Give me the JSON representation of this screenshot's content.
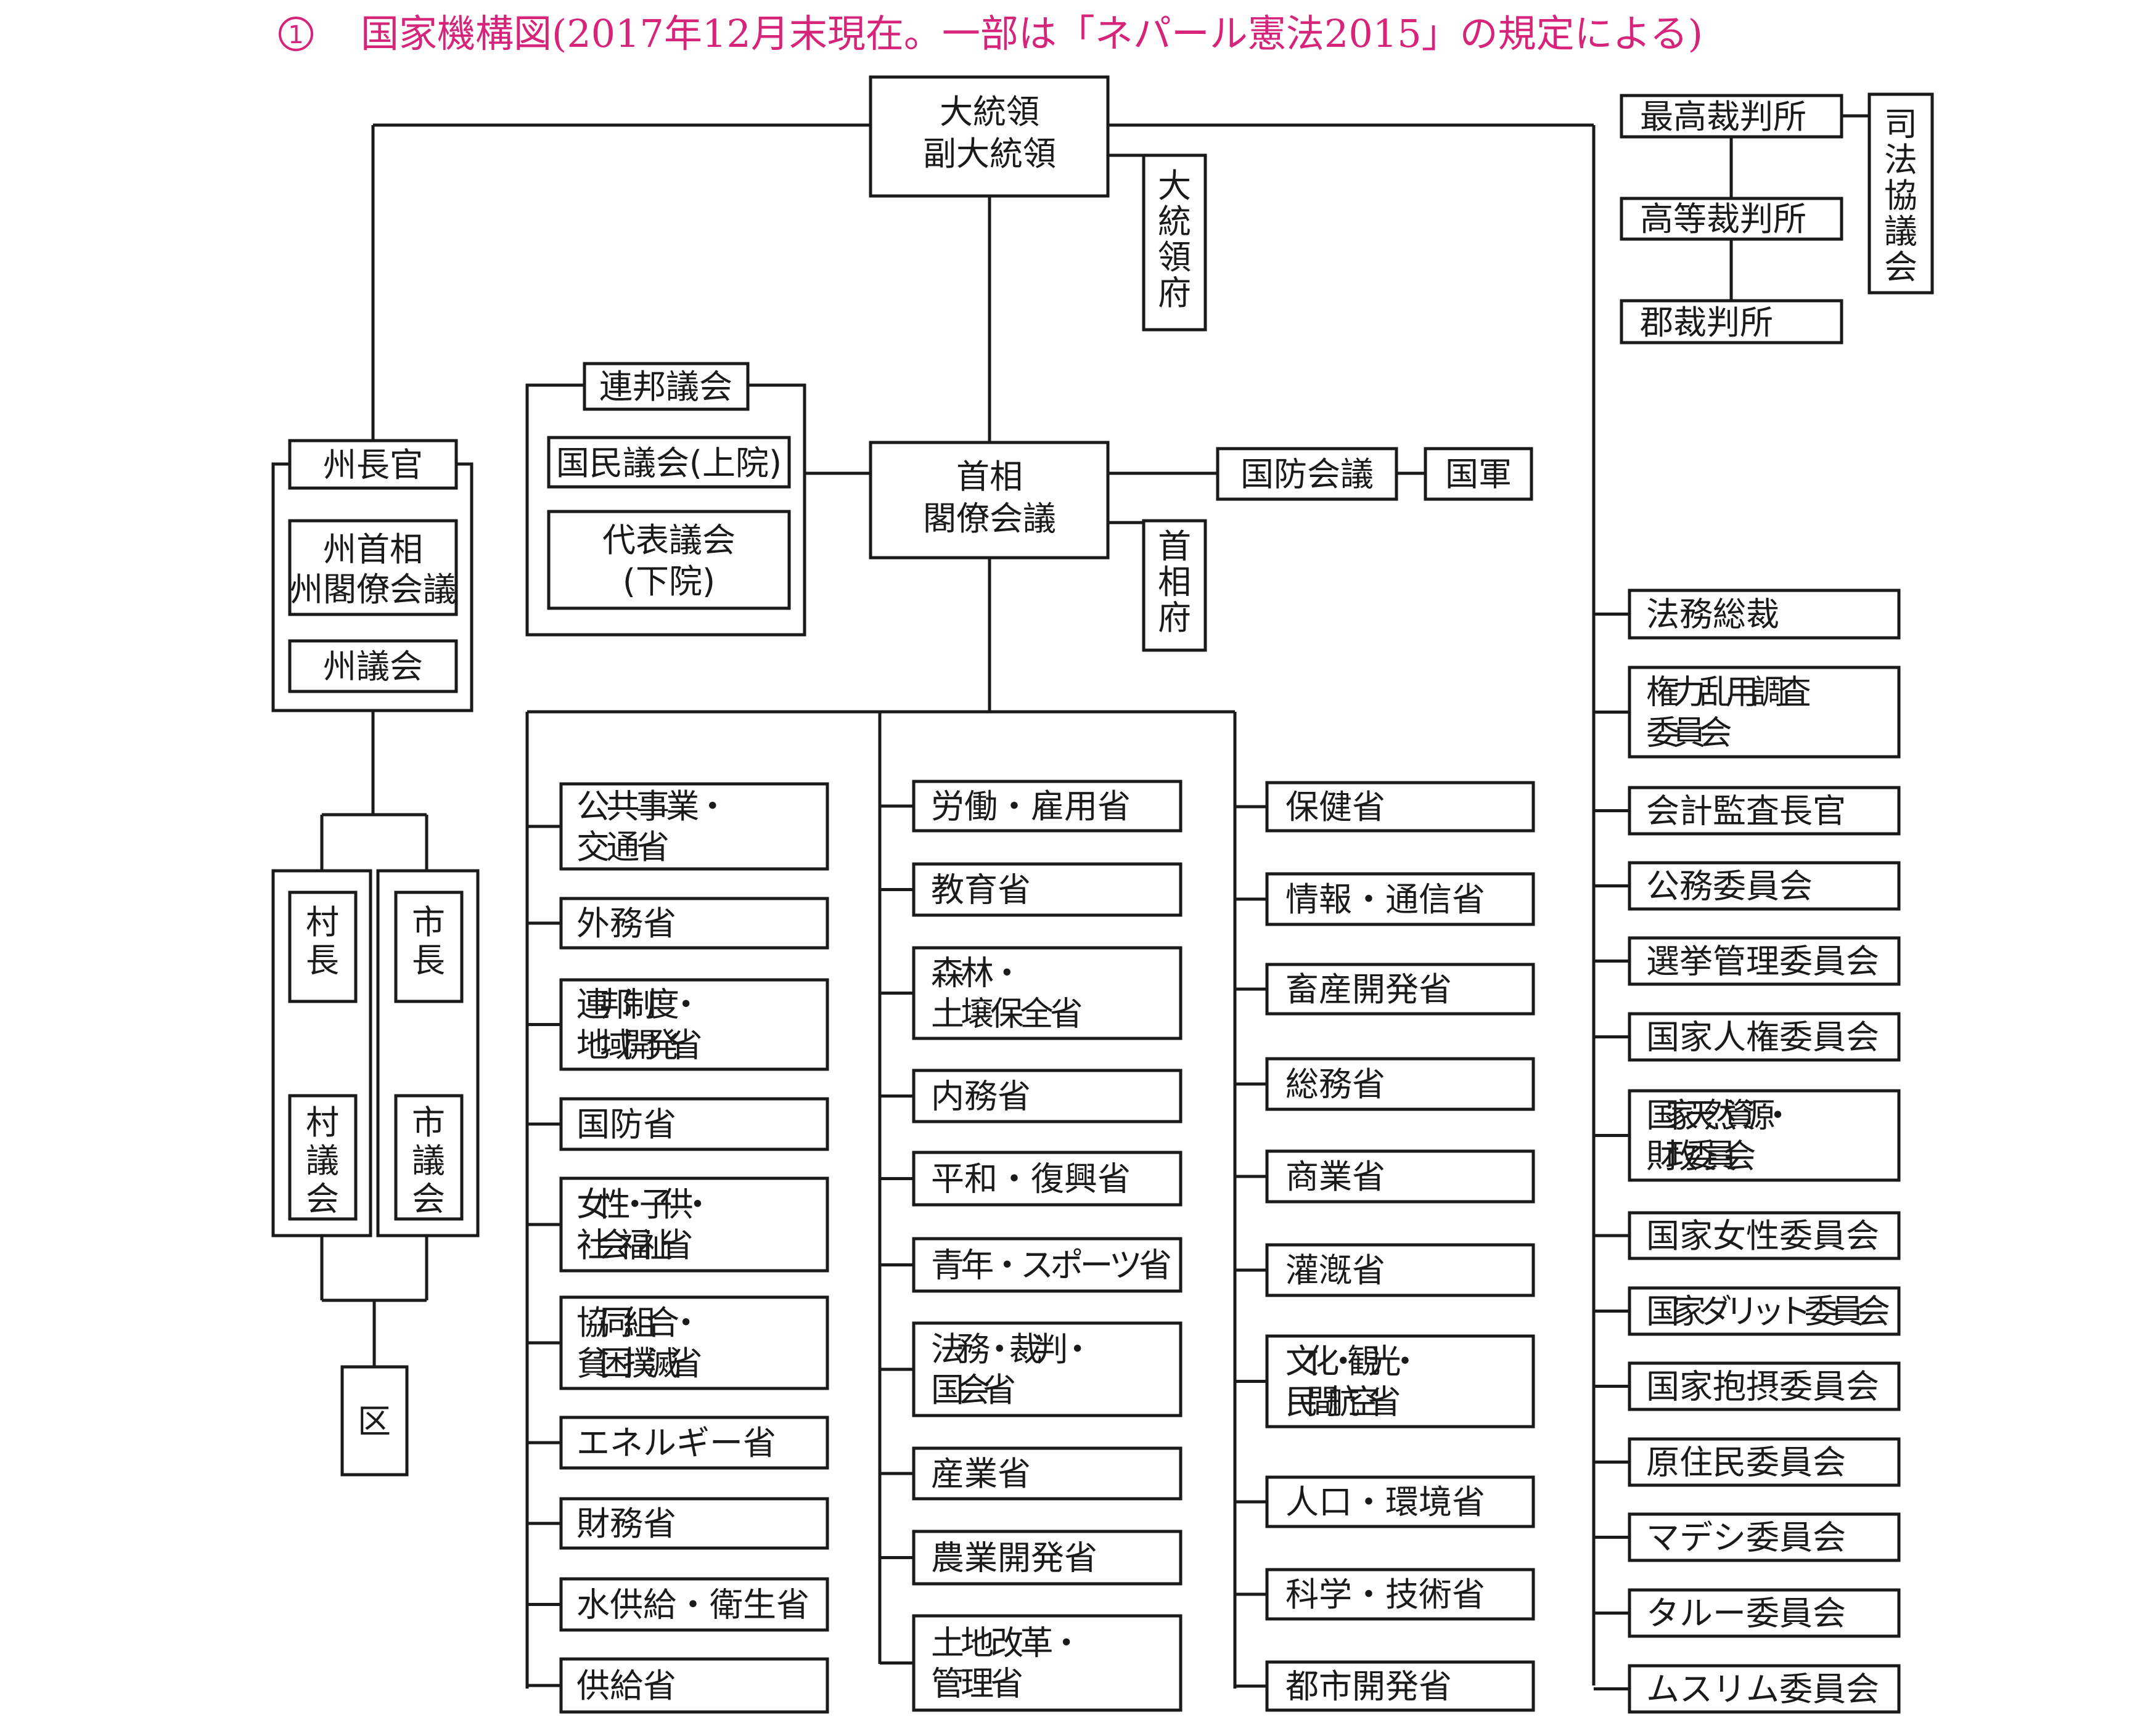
{
  "header": {
    "number": "1",
    "title": "国家機構図(2017年12月末現在。一部は「ネパール憲法2015」の規定による)",
    "accent_color": "#d6247a"
  },
  "executive": {
    "president": [
      "大統領",
      "副大統領"
    ],
    "president_office": "大統領府",
    "pm": [
      "首相",
      "閣僚会議"
    ],
    "pm_office": "首相府",
    "defense_council": "国防会議",
    "army": "国軍"
  },
  "judiciary": {
    "supreme": "最高裁判所",
    "high": "高等裁判所",
    "district": "郡裁判所",
    "council": "司法協議会"
  },
  "parliament": {
    "title": "連邦議会",
    "upper": "国民議会(上院)",
    "lower": [
      "代表議会",
      "(下院)"
    ]
  },
  "province": {
    "governor": "州長官",
    "cabinet": [
      "州首相",
      "州閣僚会議"
    ],
    "assembly": "州議会"
  },
  "local": {
    "village_head": "村長",
    "city_head": "市長",
    "village_council": "村議会",
    "city_council": "市議会",
    "ward": "区"
  },
  "ministries": {
    "col1": [
      [
        "公共事業・",
        "交通省"
      ],
      [
        "外務省"
      ],
      [
        "連邦制度・",
        "地域開発省"
      ],
      [
        "国防省"
      ],
      [
        "女性・子供・",
        "社会福祉省"
      ],
      [
        "協同組合・",
        "貧困撲滅省"
      ],
      [
        "エネルギー省"
      ],
      [
        "財務省"
      ],
      [
        "水供給・衛生省"
      ],
      [
        "供給省"
      ]
    ],
    "col2": [
      [
        "労働・雇用省"
      ],
      [
        "教育省"
      ],
      [
        "森林・",
        "土壌保全省"
      ],
      [
        "内務省"
      ],
      [
        "平和・復興省"
      ],
      [
        "青年・スポーツ省"
      ],
      [
        "法務・裁判・",
        "国会省"
      ],
      [
        "産業省"
      ],
      [
        "農業開発省"
      ],
      [
        "土地改革・",
        "管理省"
      ]
    ],
    "col3": [
      [
        "保健省"
      ],
      [
        "情報・通信省"
      ],
      [
        "畜産開発省"
      ],
      [
        "総務省"
      ],
      [
        "商業省"
      ],
      [
        "灌漑省"
      ],
      [
        "文化・観光・",
        "民間航空省"
      ],
      [
        "人口・環境省"
      ],
      [
        "科学・技術省"
      ],
      [
        "都市開発省"
      ]
    ]
  },
  "commissions": [
    [
      "法務総裁"
    ],
    [
      "権力乱用調査",
      "委員会"
    ],
    [
      "会計監査長官"
    ],
    [
      "公務委員会"
    ],
    [
      "選挙管理委員会"
    ],
    [
      "国家人権委員会"
    ],
    [
      "国家天然資源・",
      "財政委員会"
    ],
    [
      "国家女性委員会"
    ],
    [
      "国家ダリット委員会"
    ],
    [
      "国家抱摂委員会"
    ],
    [
      "原住民委員会"
    ],
    [
      "マデシ委員会"
    ],
    [
      "タルー委員会"
    ],
    [
      "ムスリム委員会"
    ]
  ]
}
